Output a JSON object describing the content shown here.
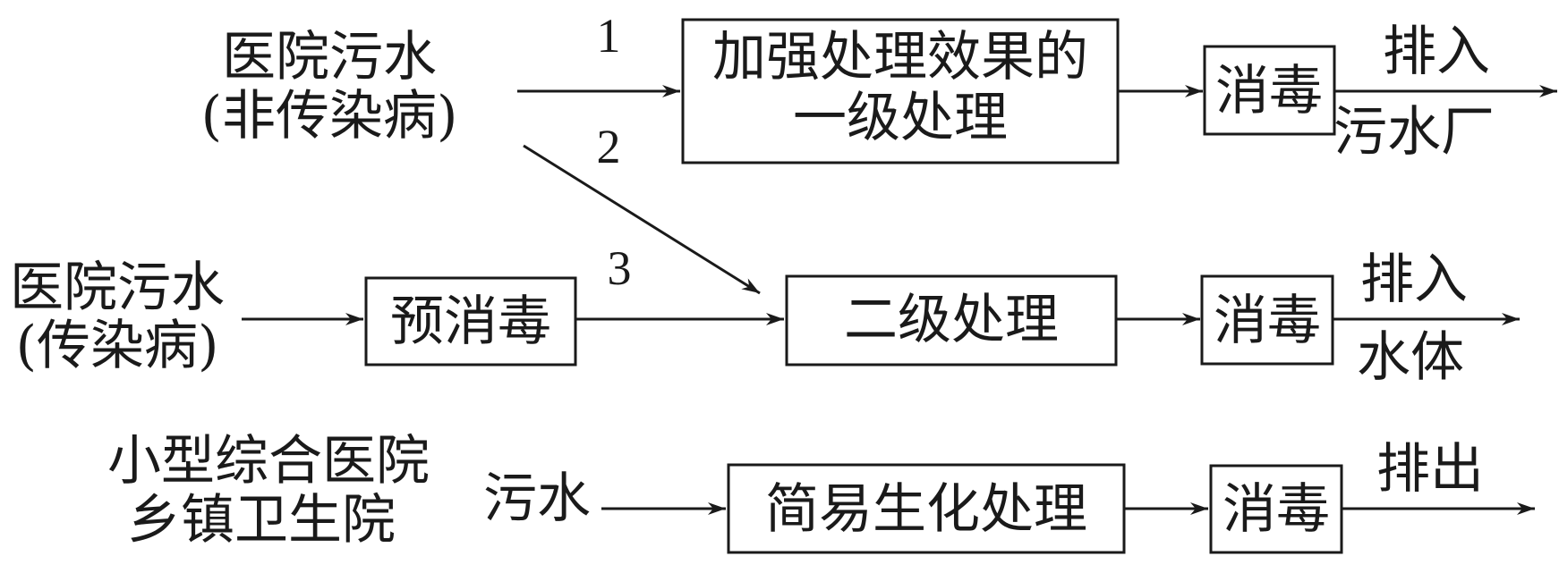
{
  "sources": {
    "hospital_non_infectious": {
      "line1": "医院污水",
      "line2": "(非传染病)"
    },
    "hospital_infectious": {
      "line1": "医院污水",
      "line2": "(传染病)"
    },
    "small_hospital": {
      "line1": "小型综合医院",
      "line2": "乡镇卫生院"
    },
    "small_hospital_water": "污水"
  },
  "path_numbers": {
    "p1": "1",
    "p2": "2",
    "p3": "3"
  },
  "boxes": {
    "primary_treatment": {
      "line1": "加强处理效果的",
      "line2": "一级处理"
    },
    "pre_disinfection": "预消毒",
    "secondary_treatment": "二级处理",
    "simple_biological": "简易生化处理",
    "disinfection_1": "消毒",
    "disinfection_2": "消毒",
    "disinfection_3": "消毒"
  },
  "outputs": {
    "to_plant": {
      "line1": "排入",
      "line2": "污水厂"
    },
    "to_water_body": {
      "line1": "排入",
      "line2": "水体"
    },
    "discharge": "排出"
  }
}
